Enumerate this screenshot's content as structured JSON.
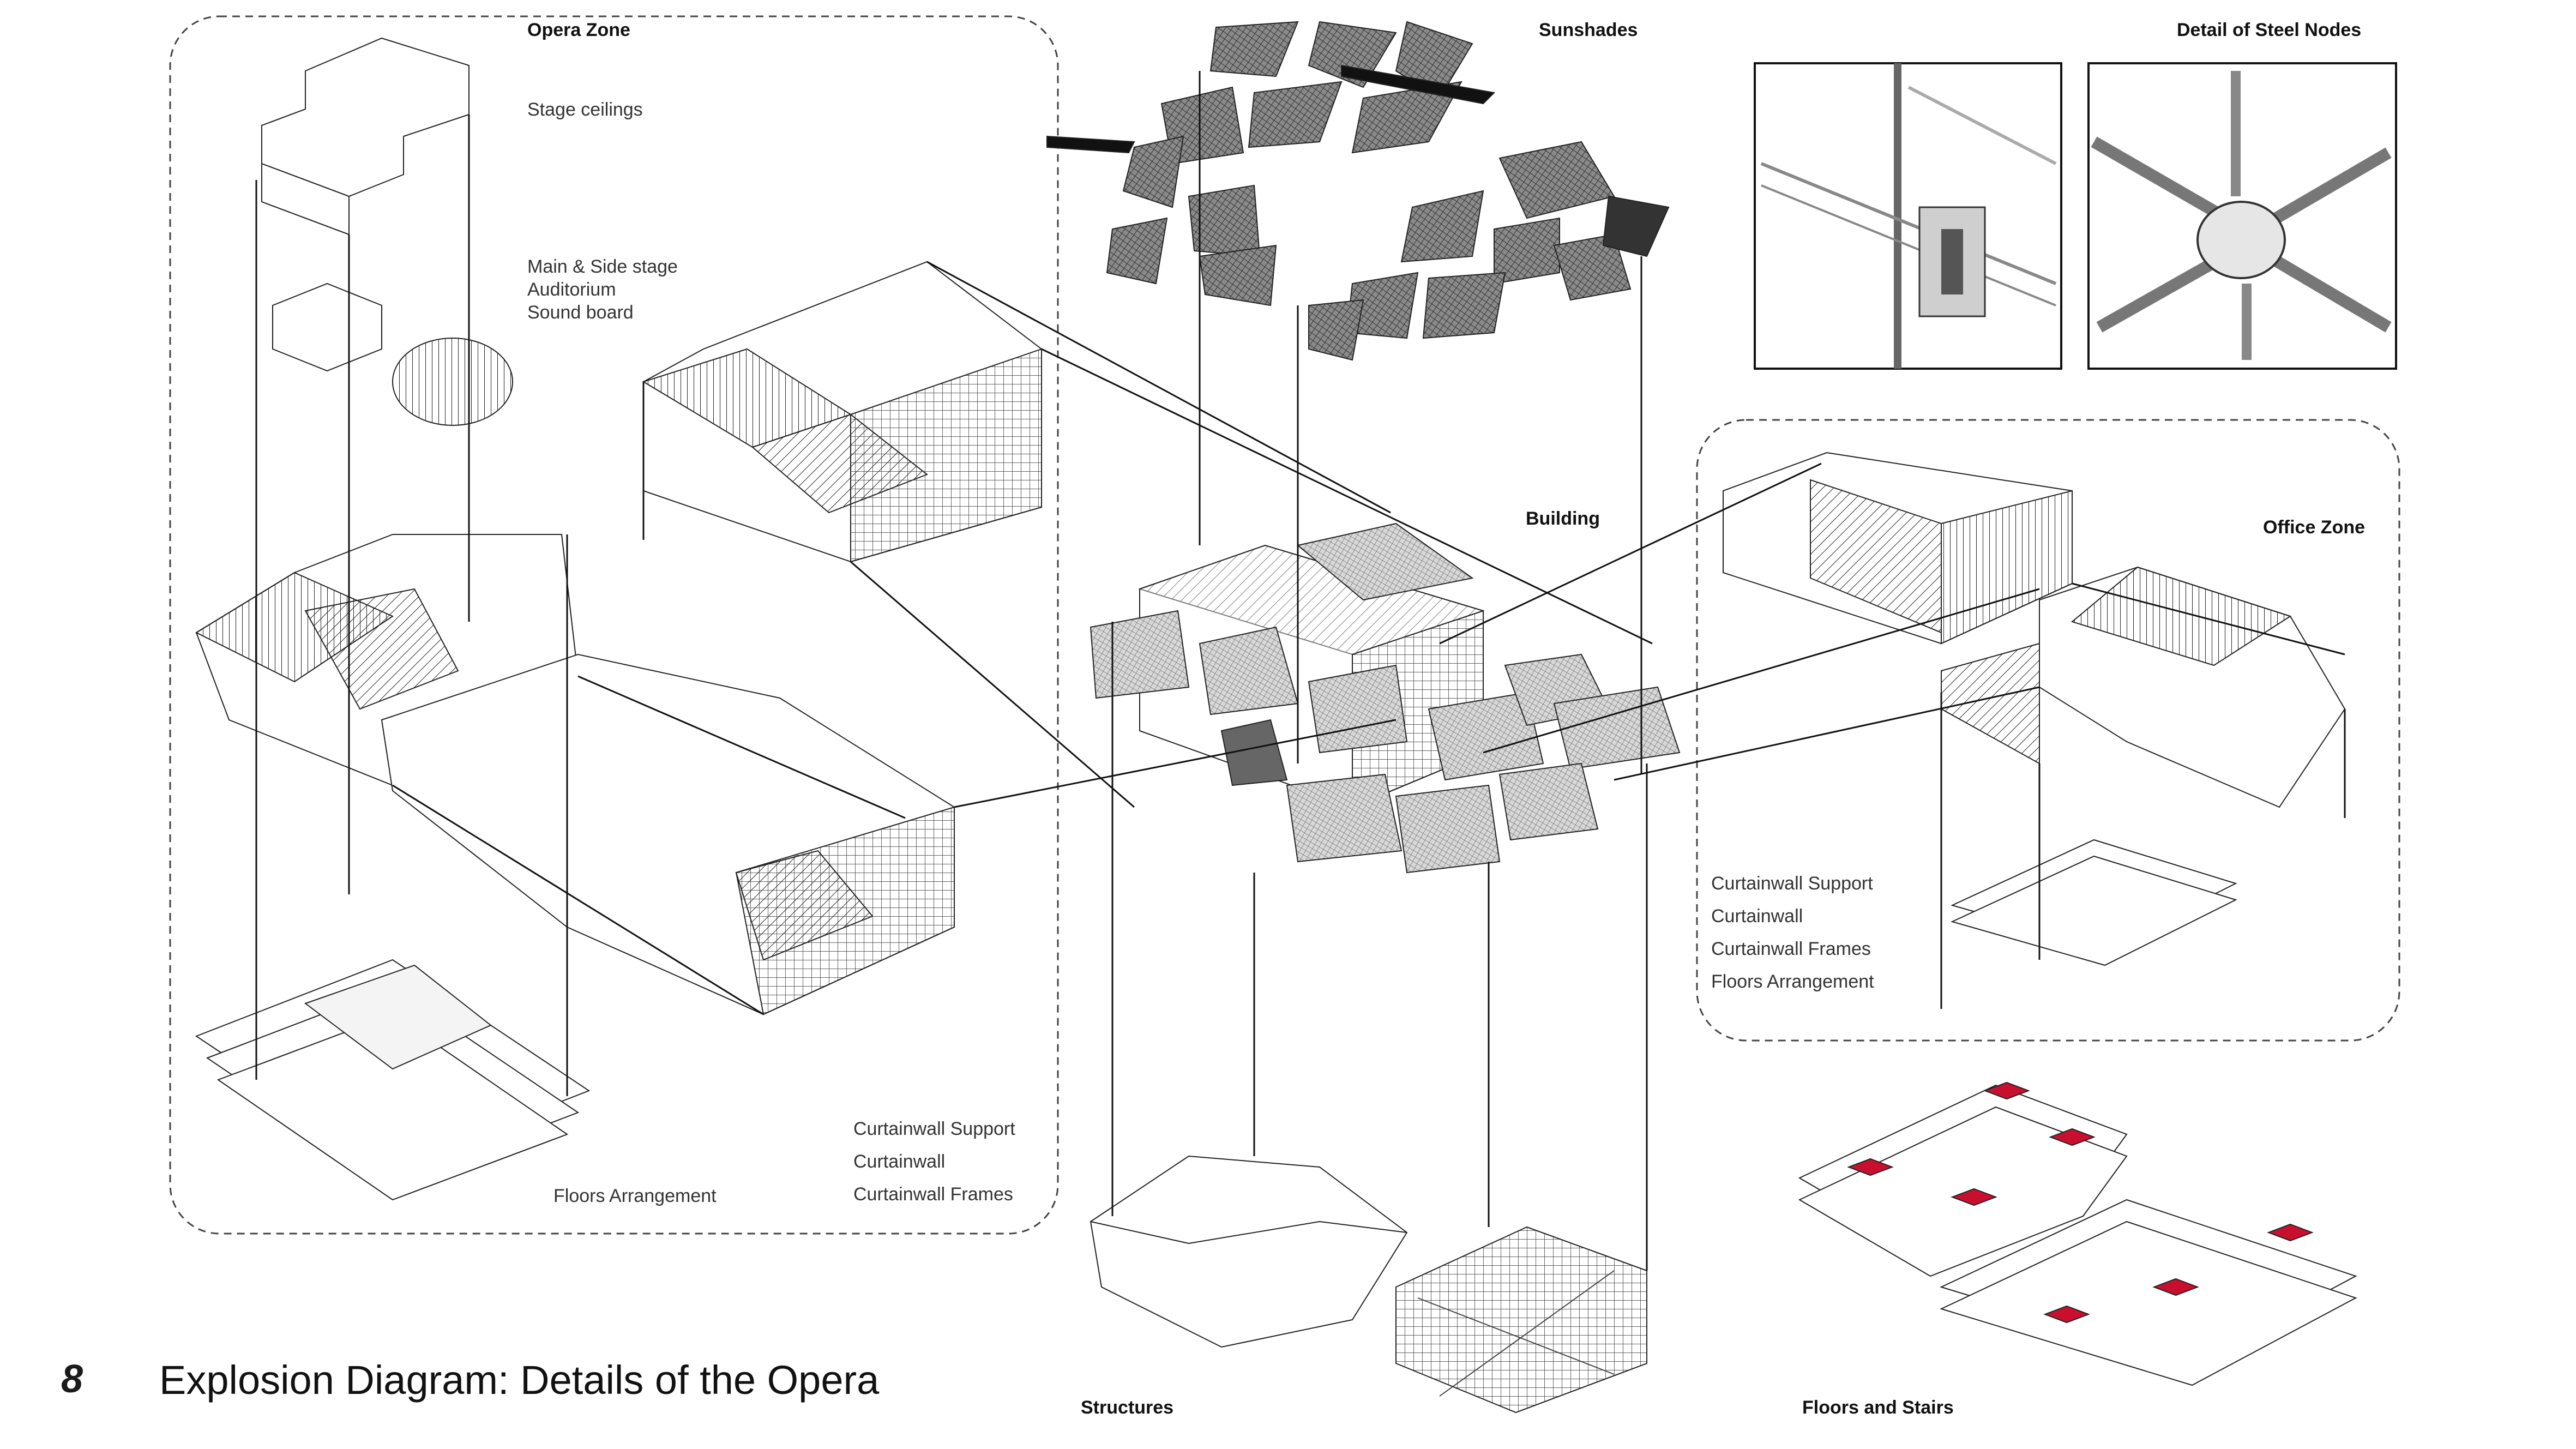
{
  "figure": {
    "number": "8",
    "title": "Explosion Diagram: Details of the Opera"
  },
  "zones": {
    "opera": {
      "title": "Opera Zone",
      "stage_ceilings": "Stage ceilings",
      "stage_parts": [
        "Main & Side stage",
        "Auditorium",
        "Sound board"
      ],
      "curtainwall": [
        "Curtainwall Support",
        "Curtainwall",
        "Curtainwall Frames"
      ],
      "floors": "Floors Arrangement"
    },
    "office": {
      "title": "Office Zone",
      "parts": [
        "Curtainwall Support",
        "Curtainwall",
        "Curtainwall Frames",
        "Floors Arrangement"
      ]
    }
  },
  "components": {
    "sunshades": "Sunshades",
    "steel_nodes": "Detail of Steel Nodes",
    "building": "Building",
    "structures": "Structures",
    "floors_stairs": "Floors and Stairs"
  },
  "colors": {
    "line": "#1a1a1a",
    "dash": "#444444",
    "accent_red": "#c8102e",
    "sunshade_fill": "#555555"
  }
}
